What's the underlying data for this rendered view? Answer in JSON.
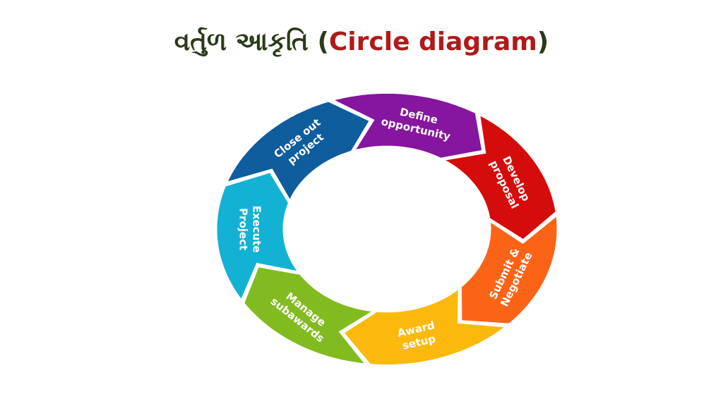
{
  "title": {
    "gujarati": "વર્તુળ આકૃતિ",
    "open_paren": "(",
    "english": "Circle diagram",
    "close_paren": ")"
  },
  "diagram": {
    "type": "circular-cycle",
    "segments": [
      {
        "id": "define-opportunity",
        "lines": [
          "Define",
          "opportunity"
        ],
        "color": "#86159f"
      },
      {
        "id": "develop-proposal",
        "lines": [
          "Develop",
          "proposal"
        ],
        "color": "#d40c0c"
      },
      {
        "id": "submit-negotiate",
        "lines": [
          "Submit &",
          "Negotiate"
        ],
        "color": "#fb6417"
      },
      {
        "id": "award-setup",
        "lines": [
          "Award",
          "setup"
        ],
        "color": "#fbb90d"
      },
      {
        "id": "manage-subawards",
        "lines": [
          "Manage",
          "subawards"
        ],
        "color": "#82bb20"
      },
      {
        "id": "execute-project",
        "lines": [
          "Execute",
          "Project"
        ],
        "color": "#13b2d4"
      },
      {
        "id": "close-out-project",
        "lines": [
          "Close out",
          "project"
        ],
        "color": "#0f5d9c"
      }
    ]
  }
}
